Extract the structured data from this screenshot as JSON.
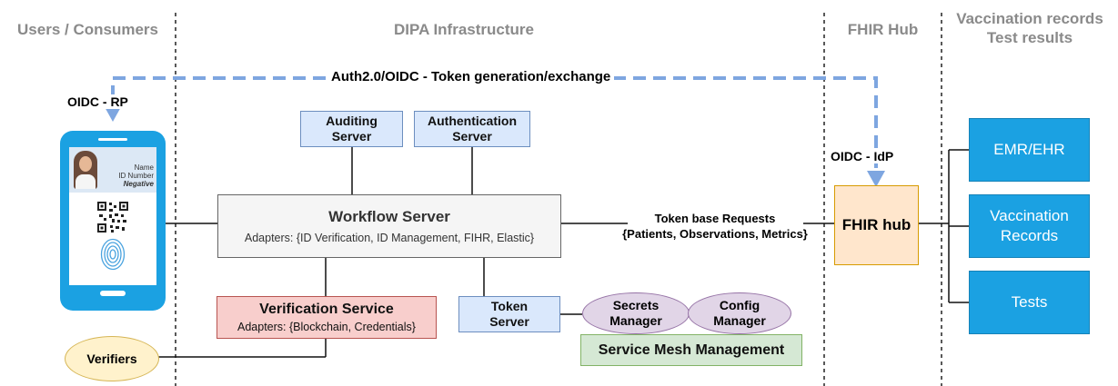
{
  "sections": {
    "users": "Users / Consumers",
    "dipa": "DIPA Infrastructure",
    "fhir": "FHIR Hub",
    "records": [
      "Vaccination records",
      "Test results"
    ]
  },
  "auth_label": "Auth2.0/OIDC - Token generation/exchange",
  "oidc_rp": "OIDC - RP",
  "oidc_idp": "OIDC - IdP",
  "phone": {
    "name": "Name",
    "id_number": "ID Number",
    "status": "Negative"
  },
  "auditing_server": [
    "Auditing",
    "Server"
  ],
  "authentication_server": [
    "Authentication",
    "Server"
  ],
  "workflow_server": {
    "title": "Workflow Server",
    "adapters": "Adapters: {ID Verification, ID Management, FIHR, Elastic}"
  },
  "verification_service": {
    "title": "Verification Service",
    "adapters": "Adapters: {Blockchain, Credentials}"
  },
  "token_server": [
    "Token",
    "Server"
  ],
  "secrets_manager": [
    "Secrets",
    "Manager"
  ],
  "config_manager": [
    "Config",
    "Manager"
  ],
  "service_mesh": "Service Mesh Management",
  "verifiers": "Verifiers",
  "token_requests": [
    "Token base Requests",
    "{Patients, Observations, Metrics}"
  ],
  "fhir_hub": "FHIR hub",
  "emr": "EMR/EHR",
  "vaccination": [
    "Vaccination",
    "Records"
  ],
  "tests": "Tests",
  "colors": {
    "blue_box": "#dae8fc",
    "grey_box": "#f5f5f5",
    "red_box": "#f8cecc",
    "green_box": "#d5e8d4",
    "purple_oval": "#e1d5e7",
    "yellow_oval": "#fff2cc",
    "orange_box": "#ffe6cc",
    "records_blue": "#1ba1e2",
    "dashed_arrow": "#7ea6e0"
  }
}
